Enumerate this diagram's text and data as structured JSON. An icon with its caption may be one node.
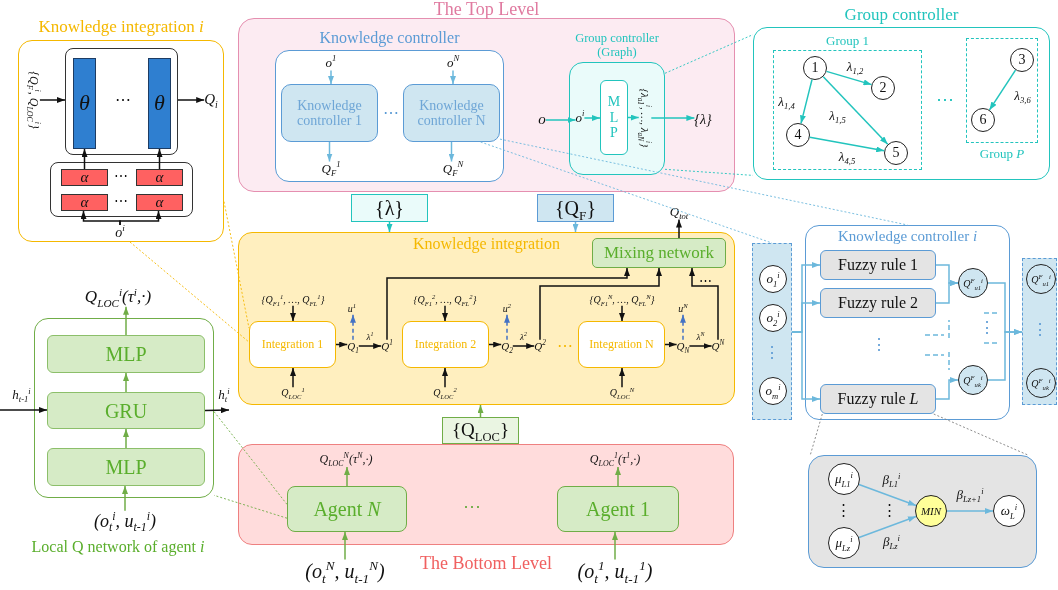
{
  "diagram": {
    "nodes": [
      {
        "text": [
          "Knowledge integration *i*"
        ]
      },
      {
        "text": [],
        "shape": "box",
        "in": 0
      },
      {
        "text": [
          "θ"
        ],
        "in": 1
      },
      {
        "text": [
          "θ"
        ],
        "in": 1
      },
      {
        "text": [],
        "shape": "box",
        "in": 0
      },
      {
        "text": [
          "α"
        ],
        "in": 4
      },
      {
        "text": [
          "α"
        ],
        "in": 4
      },
      {
        "text": [
          "α"
        ],
        "in": 4
      },
      {
        "text": [
          "α"
        ],
        "in": 4
      },
      {
        "text": [
          "{Q$_{F}$$^{i}$, Q$_{LOC}$$^{i}$}"
        ],
        "in": 0
      },
      {
        "text": [
          "Q$_{i}$"
        ],
        "in": 0
      },
      {
        "text": [
          "o$^{i}$"
        ],
        "in": 0
      },
      {
        "text": [
          "The Top Level"
        ]
      },
      {
        "text": [
          "Knowledge controller"
        ],
        "in": 12
      },
      {
        "text": [
          "Knowledge controller 1"
        ],
        "in": 13
      },
      {
        "text": [
          "Knowledge controller N"
        ],
        "in": 13
      },
      {
        "text": [
          "o$^{1}$"
        ],
        "in": 13
      },
      {
        "text": [
          "o$^{N}$"
        ],
        "in": 13
      },
      {
        "text": [
          "Q$_{F}$$^{1}$"
        ],
        "in": 13
      },
      {
        "text": [
          "Q$_{F}$$^{N}$"
        ],
        "in": 13
      },
      {
        "text": [
          "Group controller (Graph)"
        ],
        "in": 12
      },
      {
        "text": [
          "M L P"
        ],
        "in": 20
      },
      {
        "text": [
          "o"
        ],
        "in": 12
      },
      {
        "text": [
          "o$^{i}$"
        ],
        "in": 20
      },
      {
        "text": [
          "{λ$_{a1}$$^{i}$, …, λ$_{aN}$$^{i}$}"
        ],
        "in": 20
      },
      {
        "text": [
          "{λ}"
        ],
        "in": 12
      },
      {
        "text": [
          "Group controller"
        ]
      },
      {
        "text": [
          "Group 1"
        ],
        "in": 26
      },
      {
        "text": [
          "1"
        ],
        "in": 27
      },
      {
        "text": [
          "2"
        ],
        "in": 27
      },
      {
        "text": [
          "4"
        ],
        "in": 27
      },
      {
        "text": [
          "5"
        ],
        "in": 27
      },
      {
        "text": [
          "Group *P*"
        ],
        "in": 26
      },
      {
        "text": [
          "3"
        ],
        "in": 32
      },
      {
        "text": [
          "6"
        ],
        "in": 32
      },
      {
        "text": [
          "{λ}"
        ]
      },
      {
        "text": [
          "{Q$_{F}$}"
        ]
      },
      {
        "text": [
          "Q$_{tot}$"
        ]
      },
      {
        "text": [
          "Knowledge integration"
        ]
      },
      {
        "text": [
          "Mixing network"
        ],
        "in": 38
      },
      {
        "text": [
          "Integration 1"
        ],
        "in": 38
      },
      {
        "text": [
          "Integration 2"
        ],
        "in": 38
      },
      {
        "text": [
          "Integration N"
        ],
        "in": 38
      },
      {
        "text": [
          "{Q$_{F1}$$^{1}$, …, Q$_{FL}$$^{1}$}"
        ],
        "in": 38
      },
      {
        "text": [
          "Q$_{LOC}$$^{1}$"
        ],
        "in": 38
      },
      {
        "text": [
          "Q$_{1}$"
        ],
        "in": 38
      },
      {
        "text": [
          "Q$^{1}$"
        ],
        "in": 38
      },
      {
        "text": [
          "u$^{1}$"
        ],
        "in": 38
      },
      {
        "text": [
          "{Q$_{F1}$$^{2}$, …, Q$_{FL}$$^{2}$}"
        ],
        "in": 38
      },
      {
        "text": [
          "Q$_{LOC}$$^{2}$"
        ],
        "in": 38
      },
      {
        "text": [
          "Q$_{2}$"
        ],
        "in": 38
      },
      {
        "text": [
          "Q$^{2}$"
        ],
        "in": 38
      },
      {
        "text": [
          "u$^{2}$"
        ],
        "in": 38
      },
      {
        "text": [
          "{Q$_{F1}$$^{N}$, …, Q$_{FL}$$^{N}$}"
        ],
        "in": 38
      },
      {
        "text": [
          "Q$_{LOC}$$^{N}$"
        ],
        "in": 38
      },
      {
        "text": [
          "Q$_{N}$"
        ],
        "in": 38
      },
      {
        "text": [
          "Q$^{N}$"
        ],
        "in": 38
      },
      {
        "text": [
          "u$^{N}$"
        ],
        "in": 38
      },
      {
        "text": [
          "{Q$_{LOC}$}"
        ]
      },
      {
        "text": [],
        "shape": "box"
      },
      {
        "text": [
          "MLP"
        ],
        "in": 59
      },
      {
        "text": [
          "GRU"
        ],
        "in": 59
      },
      {
        "text": [
          "MLP"
        ],
        "in": 59
      },
      {
        "text": [
          "Q$_{LOC}$$^{i}$(τ$^{i}$,·)"
        ]
      },
      {
        "text": [
          "(o$_{t}$$^{i}$, u$_{t-1}$$^{i}$)"
        ]
      },
      {
        "text": [
          "The Bottom Level"
        ]
      },
      {
        "text": [
          "Agent *N*"
        ],
        "in": 65
      },
      {
        "text": [
          "Agent 1"
        ],
        "in": 65
      },
      {
        "text": [
          "Q$_{LOC}$$^{N}$(τ$^{N}$,·)"
        ],
        "in": 65
      },
      {
        "text": [
          "Q$_{LOC}$$^{1}$(τ$^{1}$,·)"
        ],
        "in": 65
      },
      {
        "text": [
          "(o$_{t}$$^{N}$, u$_{t-1}$$^{N}$)"
        ]
      },
      {
        "text": [
          "(o$_{t}$$^{1}$, u$_{t-1}$$^{1}$)"
        ]
      },
      {
        "text": [
          "Knowledge controller *i*"
        ]
      },
      {
        "text": [],
        "shape": "box"
      },
      {
        "text": [
          "o$_{1}$$^{i}$"
        ],
        "in": 73
      },
      {
        "text": [
          "o$_{2}$$^{i}$"
        ],
        "in": 73
      },
      {
        "text": [
          "o$_{m}$$^{i}$"
        ],
        "in": 73
      },
      {
        "text": [
          "Fuzzy rule 1"
        ],
        "in": 72
      },
      {
        "text": [
          "Fuzzy rule 2"
        ],
        "in": 72
      },
      {
        "text": [
          "Fuzzy rule *L*"
        ],
        "in": 72
      },
      {
        "text": [
          "Q$^{F}$$_{u1}$$^{i}$"
        ],
        "in": 72
      },
      {
        "text": [
          "Q$^{F}$$_{uk}$$^{i}$"
        ],
        "in": 72
      },
      {
        "text": [],
        "shape": "box"
      },
      {
        "text": [
          "Q$^{F}$$_{u1}$$^{i}$"
        ],
        "in": 82
      },
      {
        "text": [
          "Q$^{F}$$_{uk}$$^{i}$"
        ],
        "in": 82
      },
      {
        "text": [],
        "shape": "box"
      },
      {
        "text": [
          "μ$_{L1}$$^{i}$"
        ],
        "in": 85
      },
      {
        "text": [
          "μ$_{Lz}$$^{i}$"
        ],
        "in": 85
      },
      {
        "text": [
          "MIN"
        ],
        "in": 85
      },
      {
        "text": [
          "ω$_{L}$$^{i}$"
        ],
        "in": 85
      }
    ],
    "edges": [
      {
        "from": 9,
        "to": 1,
        "arrow": "to"
      },
      {
        "from": 1,
        "to": 10,
        "arrow": "to"
      },
      {
        "from": 11,
        "to": 7,
        "arrow": "to"
      },
      {
        "from": 11,
        "to": 8,
        "arrow": "to"
      },
      {
        "from": 5,
        "to": 2,
        "arrow": "to"
      },
      {
        "from": 6,
        "to": 3,
        "arrow": "to"
      },
      {
        "from": 16,
        "to": 14,
        "arrow": "to",
        "color": "#6cb8dc"
      },
      {
        "from": 17,
        "to": 15,
        "arrow": "to",
        "color": "#6cb8dc"
      },
      {
        "from": 14,
        "to": 18,
        "arrow": "to",
        "color": "#6cb8dc"
      },
      {
        "from": 15,
        "to": 19,
        "arrow": "to",
        "color": "#6cb8dc"
      },
      {
        "from": 22,
        "to": 23,
        "arrow": "to",
        "color": "#22c4bd"
      },
      {
        "from": 23,
        "to": 21,
        "arrow": "to",
        "color": "#22c4bd"
      },
      {
        "from": 21,
        "to": 24,
        "arrow": "to",
        "color": "#22c4bd"
      },
      {
        "from": 24,
        "to": 25,
        "arrow": "to",
        "color": "#22c4bd"
      },
      {
        "from": 28,
        "to": 29,
        "arrow": "to",
        "label": "λ$_{1,2}$",
        "color": "#22c4bd"
      },
      {
        "from": 28,
        "to": 30,
        "arrow": "to",
        "label": "λ$_{1,4}$",
        "color": "#22c4bd"
      },
      {
        "from": 28,
        "to": 31,
        "arrow": "to",
        "label": "λ$_{1,5}$",
        "color": "#22c4bd"
      },
      {
        "from": 30,
        "to": 31,
        "arrow": "to",
        "label": "λ$_{4,5}$",
        "color": "#22c4bd"
      },
      {
        "from": 33,
        "to": 34,
        "arrow": "to",
        "label": "λ$_{3,6}$",
        "color": "#22c4bd"
      },
      {
        "from": 35,
        "to": 38,
        "arrow": "to",
        "color": "#22c4bd"
      },
      {
        "from": 36,
        "to": 38,
        "arrow": "to",
        "color": "#6cb8dc"
      },
      {
        "from": 43,
        "to": 40,
        "arrow": "to"
      },
      {
        "from": 44,
        "to": 40,
        "arrow": "to"
      },
      {
        "from": 40,
        "to": 45,
        "arrow": "to"
      },
      {
        "from": 45,
        "to": 46,
        "arrow": "to",
        "label": "λ$^{1}$"
      },
      {
        "from": 45,
        "to": 47,
        "arrow": "to",
        "style": "dashed",
        "color": "#4472c4"
      },
      {
        "from": 46,
        "to": 39,
        "arrow": "to"
      },
      {
        "from": 48,
        "to": 41,
        "arrow": "to"
      },
      {
        "from": 49,
        "to": 41,
        "arrow": "to"
      },
      {
        "from": 41,
        "to": 50,
        "arrow": "to"
      },
      {
        "from": 50,
        "to": 51,
        "arrow": "to",
        "label": "λ$^{2}$"
      },
      {
        "from": 50,
        "to": 52,
        "arrow": "to",
        "style": "dashed",
        "color": "#4472c4"
      },
      {
        "from": 51,
        "to": 39,
        "arrow": "to"
      },
      {
        "from": 53,
        "to": 42,
        "arrow": "to"
      },
      {
        "from": 54,
        "to": 42,
        "arrow": "to"
      },
      {
        "from": 42,
        "to": 55,
        "arrow": "to"
      },
      {
        "from": 55,
        "to": 56,
        "arrow": "to",
        "label": "λ$^{N}$"
      },
      {
        "from": 55,
        "to": 57,
        "arrow": "to",
        "style": "dashed",
        "color": "#4472c4"
      },
      {
        "from": 56,
        "to": 39,
        "arrow": "to"
      },
      {
        "from": 39,
        "to": 37,
        "arrow": "to"
      },
      {
        "from": 58,
        "to": 38,
        "arrow": "to",
        "color": "#70ad47"
      },
      {
        "from": 64,
        "to": 62,
        "arrow": "to",
        "color": "#70ad47"
      },
      {
        "from": 62,
        "to": 61,
        "arrow": "to",
        "color": "#70ad47"
      },
      {
        "from": 61,
        "to": 60,
        "arrow": "to",
        "color": "#70ad47"
      },
      {
        "from": 60,
        "to": 63,
        "arrow": "to",
        "color": "#70ad47"
      },
      {
        "from": null,
        "to": 61,
        "arrow": "to",
        "label": "h$_{t-1}$$^{i}$"
      },
      {
        "from": 61,
        "to": null,
        "arrow": "to",
        "label": "h$_{t}$$^{i}$"
      },
      {
        "from": 66,
        "to": 68,
        "arrow": "to",
        "color": "#70ad47"
      },
      {
        "from": 67,
        "to": 69,
        "arrow": "to",
        "color": "#70ad47"
      },
      {
        "from": 70,
        "to": 66,
        "arrow": "to",
        "color": "#70ad47"
      },
      {
        "from": 71,
        "to": 67,
        "arrow": "to",
        "color": "#70ad47"
      },
      {
        "from": 73,
        "to": 77,
        "arrow": "to",
        "color": "#6cb8dc"
      },
      {
        "from": 73,
        "to": 78,
        "arrow": "to",
        "color": "#6cb8dc"
      },
      {
        "from": 73,
        "to": 79,
        "arrow": "to",
        "color": "#6cb8dc"
      },
      {
        "from": 77,
        "to": 80,
        "arrow": "to",
        "color": "#6cb8dc"
      },
      {
        "from": 78,
        "to": 80,
        "arrow": "to",
        "color": "#6cb8dc"
      },
      {
        "from": 79,
        "to": 81,
        "arrow": "to",
        "color": "#6cb8dc"
      },
      {
        "from": 80,
        "to": 82,
        "arrow": "to",
        "color": "#6cb8dc"
      },
      {
        "from": 81,
        "to": 82,
        "arrow": "to",
        "color": "#6cb8dc"
      },
      {
        "from": 86,
        "to": 88,
        "arrow": "to",
        "label": "β$_{L1}$$^{i}$",
        "color": "#6cb8dc"
      },
      {
        "from": 87,
        "to": 88,
        "arrow": "to",
        "label": "β$_{Lz}$$^{i}$",
        "color": "#6cb8dc"
      },
      {
        "from": 88,
        "to": 89,
        "arrow": "to",
        "label": "β$_{Lz+1}$$^{i}$",
        "color": "#6cb8dc"
      },
      {
        "from": 0,
        "to": 40,
        "arrow": "none",
        "style": "dashed",
        "color": "#f5b800"
      },
      {
        "from": 0,
        "to": 40,
        "arrow": "none",
        "style": "dashed",
        "color": "#f5b800"
      },
      {
        "from": 20,
        "to": 26,
        "arrow": "none",
        "style": "dashed",
        "color": "#22c4bd"
      },
      {
        "from": 20,
        "to": 26,
        "arrow": "none",
        "style": "dashed",
        "color": "#22c4bd"
      },
      {
        "from": 15,
        "to": 72,
        "arrow": "none",
        "style": "dashed",
        "color": "#6cb8dc"
      },
      {
        "from": 15,
        "to": 73,
        "arrow": "none",
        "style": "dashed",
        "color": "#6cb8dc"
      },
      {
        "from": 66,
        "to": 59,
        "arrow": "none",
        "style": "dashed",
        "color": "#70ad47"
      },
      {
        "from": 66,
        "to": 59,
        "arrow": "none",
        "style": "dashed",
        "color": "#70ad47"
      },
      {
        "from": 79,
        "to": 85,
        "arrow": "none",
        "style": "dashed",
        "color": "#808080"
      },
      {
        "from": 79,
        "to": 85,
        "arrow": "none",
        "style": "dashed",
        "color": "#808080"
      }
    ],
    "labels": [
      "⋯",
      "⋯",
      "⋯",
      "⋯",
      "⋯",
      "⋯",
      "⋯",
      "⋮",
      "⋮",
      "⋮",
      "⋮",
      "⋯",
      "⋮",
      "⋮",
      "Local Q network of agent *i*"
    ]
  }
}
